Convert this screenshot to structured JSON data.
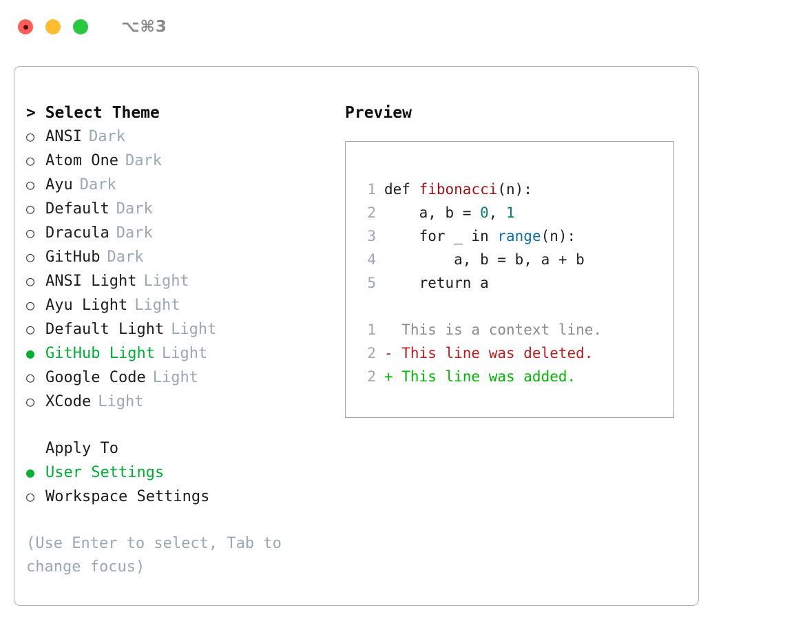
{
  "titlebar": {
    "shortcut": "⌥⌘3",
    "dots": [
      "close",
      "minimize",
      "maximize"
    ]
  },
  "theme_section": {
    "header": "> Select Theme",
    "items": [
      {
        "marker": "○",
        "name": "ANSI",
        "tag": "Dark",
        "selected": false
      },
      {
        "marker": "○",
        "name": "Atom One",
        "tag": "Dark",
        "selected": false
      },
      {
        "marker": "○",
        "name": "Ayu",
        "tag": "Dark",
        "selected": false
      },
      {
        "marker": "○",
        "name": "Default",
        "tag": "Dark",
        "selected": false
      },
      {
        "marker": "○",
        "name": "Dracula",
        "tag": "Dark",
        "selected": false
      },
      {
        "marker": "○",
        "name": "GitHub",
        "tag": "Dark",
        "selected": false
      },
      {
        "marker": "○",
        "name": "ANSI Light",
        "tag": "Light",
        "selected": false
      },
      {
        "marker": "○",
        "name": "Ayu Light",
        "tag": "Light",
        "selected": false
      },
      {
        "marker": "○",
        "name": "Default Light",
        "tag": "Light",
        "selected": false
      },
      {
        "marker": "●",
        "name": "GitHub Light",
        "tag": "Light",
        "selected": true
      },
      {
        "marker": "○",
        "name": "Google Code",
        "tag": "Light",
        "selected": false
      },
      {
        "marker": "○",
        "name": "XCode",
        "tag": "Light",
        "selected": false
      }
    ]
  },
  "apply_to": {
    "title": "Apply To",
    "items": [
      {
        "marker": "●",
        "name": "User Settings",
        "selected": true
      },
      {
        "marker": "○",
        "name": "Workspace Settings",
        "selected": false
      }
    ]
  },
  "hint": "(Use Enter to select, Tab to change focus)",
  "preview": {
    "title": "Preview",
    "code": [
      {
        "ln": "1",
        "parts": [
          {
            "t": "def ",
            "k": "plain"
          },
          {
            "t": "fibonacci",
            "k": "fn"
          },
          {
            "t": "(n):",
            "k": "plain"
          }
        ]
      },
      {
        "ln": "2",
        "parts": [
          {
            "t": "    a, b = ",
            "k": "plain"
          },
          {
            "t": "0",
            "k": "num"
          },
          {
            "t": ", ",
            "k": "plain"
          },
          {
            "t": "1",
            "k": "num"
          }
        ]
      },
      {
        "ln": "3",
        "parts": [
          {
            "t": "    for _ in ",
            "k": "plain"
          },
          {
            "t": "range",
            "k": "builtin"
          },
          {
            "t": "(n):",
            "k": "plain"
          }
        ]
      },
      {
        "ln": "4",
        "parts": [
          {
            "t": "        a, b = b, a + b",
            "k": "plain"
          }
        ]
      },
      {
        "ln": "5",
        "parts": [
          {
            "t": "    return a",
            "k": "plain"
          }
        ]
      }
    ],
    "diff": [
      {
        "ln": "1",
        "text": "  This is a context line.",
        "kind": "context"
      },
      {
        "ln": "2",
        "text": "- This line was deleted.",
        "kind": "del"
      },
      {
        "ln": "2",
        "text": "+ This line was added.",
        "kind": "add"
      }
    ]
  },
  "colors": {
    "accent_green": "#00b033",
    "muted": "#9aa7b4",
    "border": "#aab4c0",
    "diff_delete": "#c31a1a",
    "diff_add": "#00b400",
    "token_function": "#a01017",
    "token_number": "#0b7f7a",
    "token_builtin": "#0b6fa8"
  }
}
